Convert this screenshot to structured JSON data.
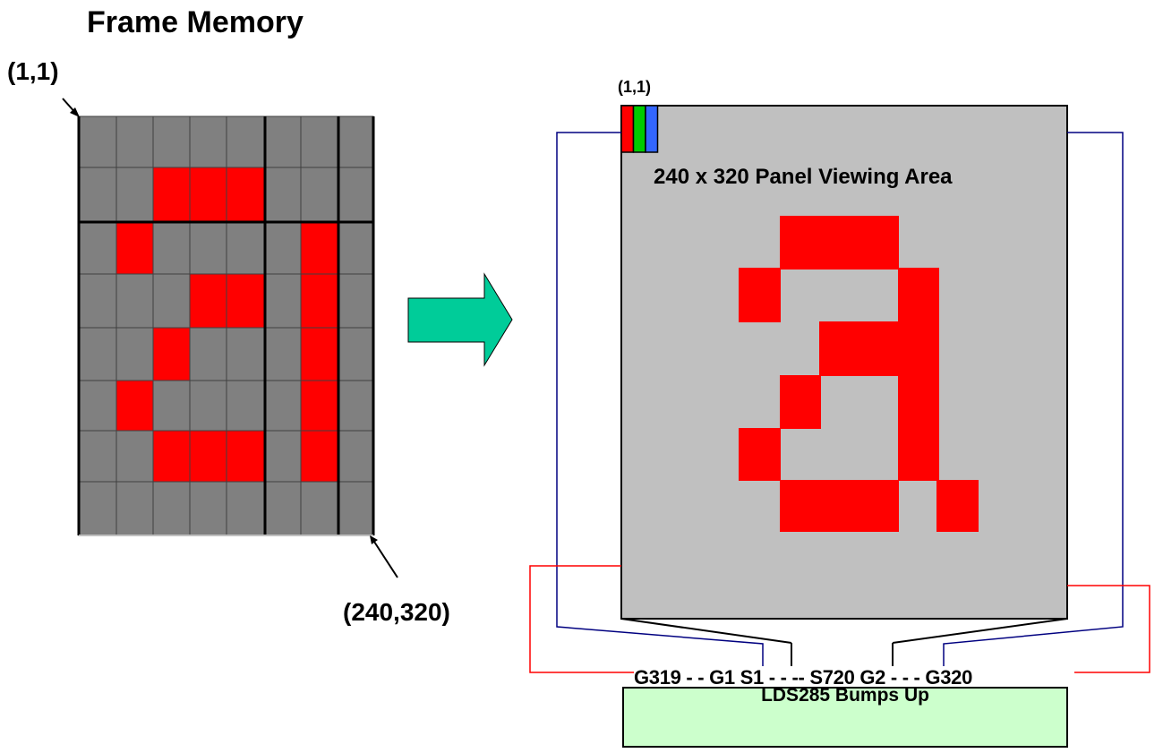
{
  "title": "Frame Memory",
  "frame_memory": {
    "origin_label": "(1,1)",
    "end_label": "(240,320)",
    "grid_color": "#808080",
    "pixel_on_color": "#ff0000",
    "pixels_on": [
      [
        1,
        2
      ],
      [
        1,
        3
      ],
      [
        1,
        4
      ],
      [
        2,
        1
      ],
      [
        2,
        6
      ],
      [
        3,
        3
      ],
      [
        3,
        4
      ],
      [
        3,
        6
      ],
      [
        4,
        2
      ],
      [
        4,
        6
      ],
      [
        5,
        1
      ],
      [
        5,
        6
      ],
      [
        6,
        2
      ],
      [
        6,
        3
      ],
      [
        6,
        4
      ],
      [
        6,
        6
      ]
    ]
  },
  "panel": {
    "origin_label": "(1,1)",
    "label": "240 x 320 Panel Viewing Area",
    "background": "#c0c0c0",
    "pixel_on_color": "#ff0000",
    "subpixel_colors": [
      "#ff0000",
      "#00cc00",
      "#3366ff"
    ]
  },
  "pins": {
    "label": "G319 -  - G1  S1 - - -- S720 G2 - - - G320"
  },
  "chip": {
    "label": "LDS285 Bumps Up",
    "color": "#ccffcc"
  },
  "arrow_color": "#00cc99",
  "wire_colors": {
    "gate_left": "#000080",
    "gate_right": "#ff0000"
  }
}
